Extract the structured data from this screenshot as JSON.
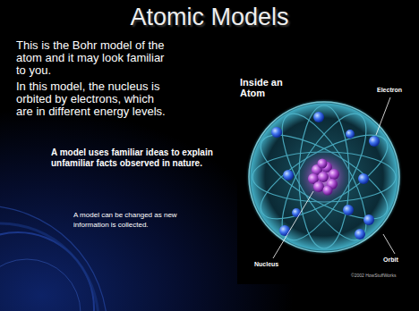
{
  "diagram": {
    "title": "Atomic Models",
    "labels": [
      "This is the Bohr model of the atom and it may look familiar to you.",
      "In this model, the nucleus is orbited by electrons, which are in different energy levels.",
      "A model uses familiar ideas to explain unfamiliar facts observed in nature.",
      "A model can be changed as new information is collected.",
      "Inside an Atom",
      "Electron",
      "Orbit",
      "Nucleus",
      "©2002 HowStuffWorks"
    ]
  }
}
